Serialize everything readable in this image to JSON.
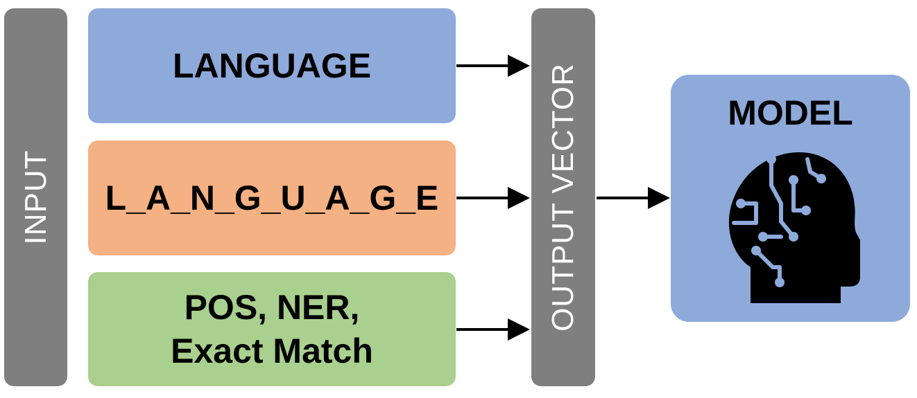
{
  "input_bar": {
    "label": "INPUT"
  },
  "boxes": {
    "language": "LANGUAGE",
    "characters": "L_A_N_G_U_A_G_E",
    "features_line1": "POS, NER,",
    "features_line2": "Exact Match"
  },
  "output_bar": {
    "label": "OUTPUT VECTOR"
  },
  "model": {
    "title": "MODEL",
    "icon": "brain-head-icon"
  },
  "colors": {
    "bar_gray": "#7f7f7f",
    "blue": "#8eaadb",
    "orange": "#f4b183",
    "green": "#a9d08e"
  }
}
